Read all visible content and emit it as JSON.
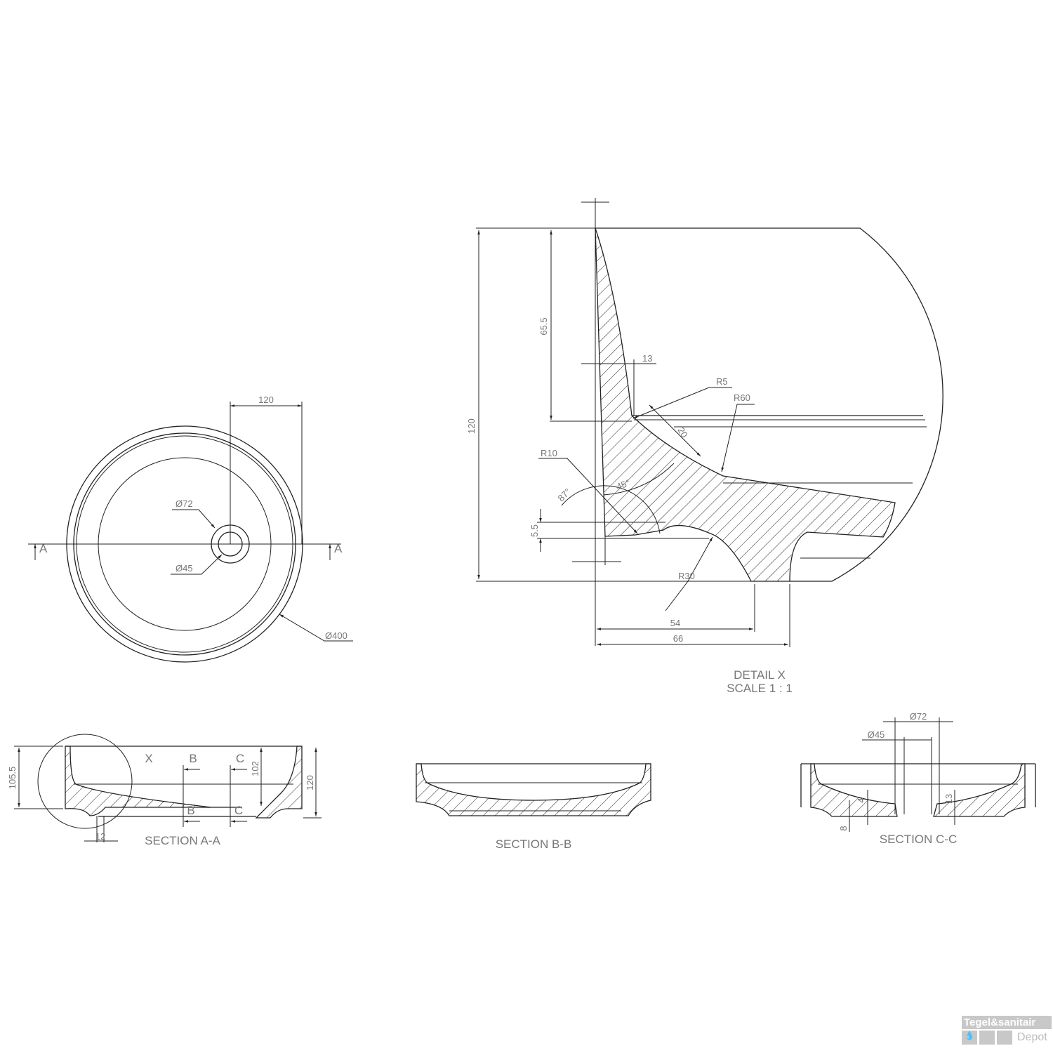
{
  "plan_view": {
    "dim_offset": "120",
    "dim_outer_dia": "Ø72",
    "dim_inner_dia": "Ø45",
    "dim_diameter": "Ø400",
    "section_mark_left": "A",
    "section_mark_right": "A"
  },
  "detail_x": {
    "title": "DETAIL X",
    "scale": "SCALE 1 : 1",
    "dim_height": "120",
    "dim_depth": "65.5",
    "dim_wall": "13",
    "r5": "R5",
    "r60": "R60",
    "dim_20": "20",
    "r10": "R10",
    "angle_87": "87°",
    "angle_45": "45°",
    "dim_5_5": "5.5",
    "r30": "R30",
    "dim_54": "54",
    "dim_66": "66"
  },
  "section_aa": {
    "title": "SECTION A-A",
    "dim_105_5": "105.5",
    "dim_102": "102",
    "dim_120": "120",
    "dim_12": "12",
    "mark_x": "X",
    "mark_b": "B",
    "mark_c": "C",
    "mark_b2": "B",
    "mark_c2": "C"
  },
  "section_bb": {
    "title": "SECTION B-B"
  },
  "section_cc": {
    "title": "SECTION C-C",
    "dim_72": "Ø72",
    "dim_45": "Ø45",
    "dim_4": "4",
    "dim_8": "8",
    "dim_13": "13"
  },
  "logo": {
    "brand": "Tegel&sanitair",
    "sub": "Depot"
  }
}
